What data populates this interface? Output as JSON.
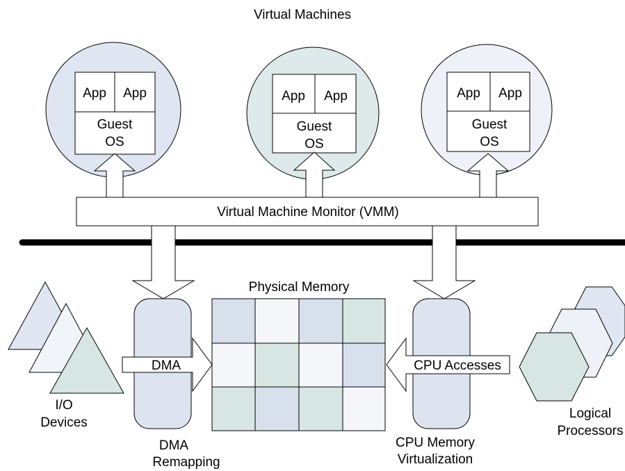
{
  "title": "Virtual Machines",
  "vms": [
    {
      "app1": "App",
      "app2": "App",
      "os_line1": "Guest",
      "os_line2": "OS"
    },
    {
      "app1": "App",
      "app2": "App",
      "os_line1": "Guest",
      "os_line2": "OS"
    },
    {
      "app1": "App",
      "app2": "App",
      "os_line1": "Guest",
      "os_line2": "OS"
    }
  ],
  "vmm_label": "Virtual Machine Monitor (VMM)",
  "memory_title": "Physical Memory",
  "dma_arrow": "DMA",
  "cpu_arrow": "CPU Accesses",
  "io_line1": "I/O",
  "io_line2": "Devices",
  "dma_remap_line1": "DMA",
  "dma_remap_line2": "Remapping",
  "cpu_mem_line1": "CPU Memory",
  "cpu_mem_line2": "Virtualization",
  "proc_line1": "Logical",
  "proc_line2": "Processors",
  "colors": {
    "circle_1": "#dfe6f2",
    "circle_2": "#dde9ea",
    "circle_3": "#eef1f8",
    "panel": "#dee4ef",
    "cell_blue": "#d8e0ec",
    "cell_green": "#d7e6e3",
    "cell_white": "#f4f6fa",
    "bar": "#000000",
    "stroke": "#000000"
  }
}
